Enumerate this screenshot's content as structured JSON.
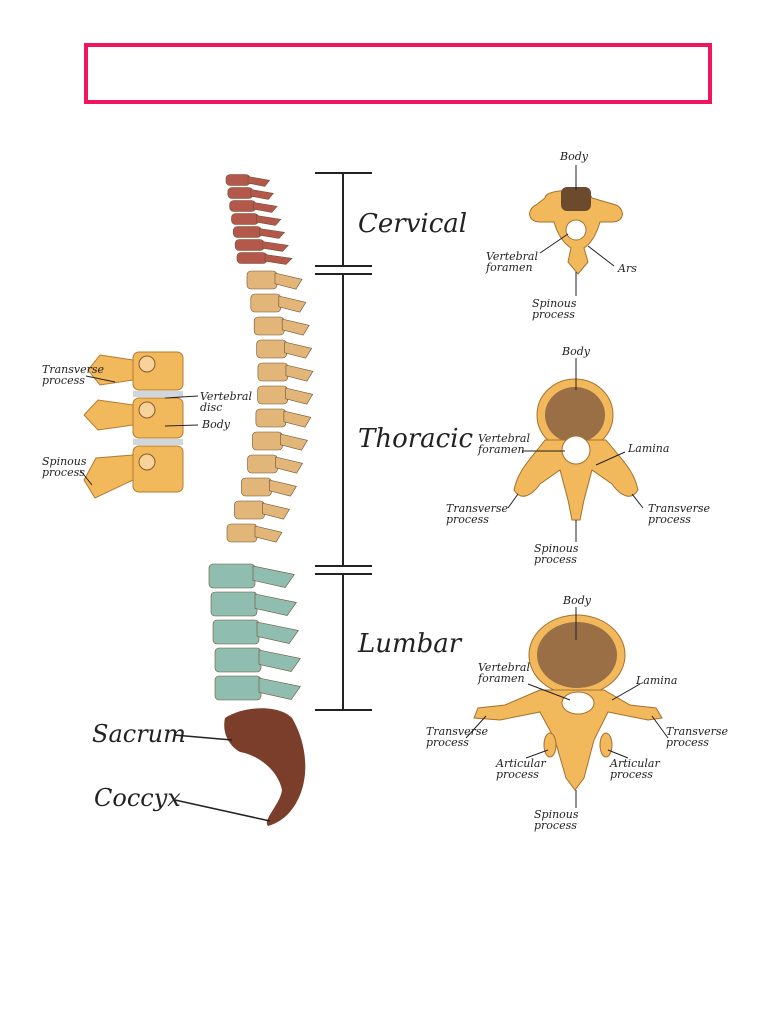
{
  "page": {
    "title_box_text": ""
  },
  "colors": {
    "cervical": "#b5584c",
    "thoracic": "#e2b679",
    "lumbar": "#8fbeb1",
    "sacrum": "#7a3e2a",
    "bone": "#f2b85c",
    "body_fill": "#9a6f45",
    "frame": "#f0155f"
  },
  "regions": {
    "cervical": "Cervical",
    "thoracic": "Thoracic",
    "lumbar": "Lumbar",
    "sacrum": "Sacrum",
    "coccyx": "Coccyx"
  },
  "side_view": {
    "transverse": "Transverse process",
    "disc": "Vertebral disc",
    "body": "Body",
    "spinous": "Spinous process"
  },
  "cervical_vert": {
    "body": "Body",
    "foramen": "Vertebral foramen",
    "ars": "Ars",
    "spinous": "Spinous process"
  },
  "thoracic_vert": {
    "body": "Body",
    "foramen": "Vertebral foramen",
    "lamina": "Lamina",
    "transverse_l": "Transverse process",
    "transverse_r": "Transverse process",
    "spinous": "Spinous process"
  },
  "lumbar_vert": {
    "body": "Body",
    "foramen": "Vertebral foramen",
    "lamina": "Lamina",
    "transverse_l": "Transverse process",
    "transverse_r": "Transverse process",
    "articular_l": "Articular process",
    "articular_r": "Articular process",
    "spinous": "Spinous process"
  }
}
